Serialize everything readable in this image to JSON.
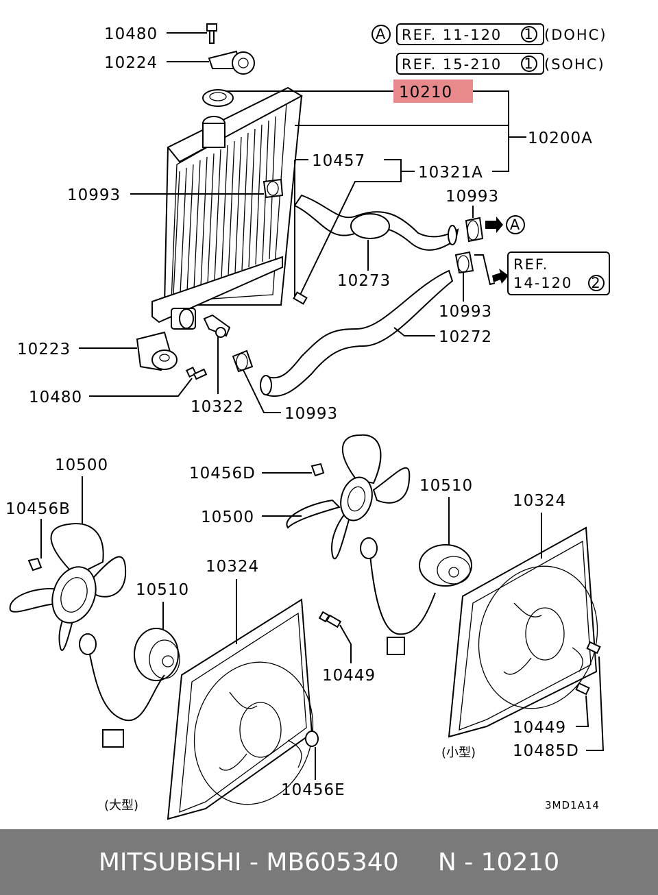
{
  "labels": {
    "bolt_top": "10480",
    "bracket_top": "10224",
    "cap": "10210",
    "radiator_assy": "10200A",
    "hose_set": "10321A",
    "drain_plug": "10457",
    "clamp_left": "10993",
    "clamp_right_top": "10993",
    "clamp_right_bottom": "10993",
    "clamp_lower": "10993",
    "upper_hose": "10273",
    "lower_hose": "10272",
    "bracket_low": "10223",
    "bolt_low": "10480",
    "switch": "10322",
    "nut_fan_left": "10456B",
    "fan_left": "10500",
    "nut_fan_right": "10456D",
    "fan_right": "10500",
    "motor_left": "10510",
    "motor_right": "10510",
    "shroud_left": "10324",
    "shroud_right": "10324",
    "bolt_shroud_left": "10449",
    "nut_shroud_left": "10456E",
    "bolt_shroud_right": "10449",
    "bolt_shroud_right2": "10485D"
  },
  "refs": {
    "marker_a": "A",
    "ref1_text": "REF. 11-120",
    "ref1_num": "1",
    "ref1_note": "(DOHC)",
    "ref2_text": "REF. 15-210",
    "ref2_num": "1",
    "ref2_note": "(SOHC)",
    "ref3_line1": "REF.",
    "ref3_line2": "14-120",
    "ref3_num": "2",
    "arrow_a": "A"
  },
  "notes": {
    "small_type": "(小型)",
    "large_type": "(大型)",
    "diagram_code": "3MD1A14"
  },
  "highlight_color": "#e8898c",
  "footer": {
    "text": "MITSUBISHI - MB605340     N - 10210",
    "background": "#7a7a7a"
  }
}
